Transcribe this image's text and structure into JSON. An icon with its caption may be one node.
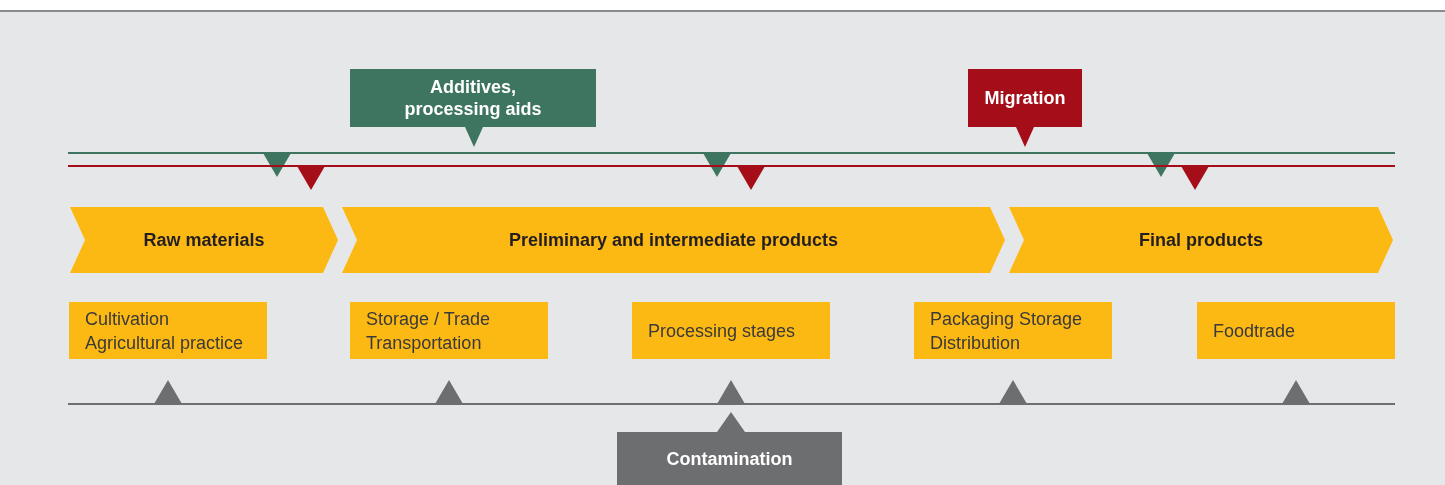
{
  "diagram": {
    "nodes": [
      {
        "text": [
          "Additives, processing aids"
        ]
      },
      {
        "text": [
          "Migration"
        ]
      },
      {
        "text": [
          "Raw materials"
        ]
      },
      {
        "text": [
          "Preliminary and intermediate products"
        ]
      },
      {
        "text": [
          "Final products"
        ]
      },
      {
        "text": [
          "Cultivation Agricultural practice"
        ]
      },
      {
        "text": [
          "Storage / Trade Transportation"
        ]
      },
      {
        "text": [
          "Processing stages"
        ]
      },
      {
        "text": [
          "Packaging Storage Distribution"
        ]
      },
      {
        "text": [
          "Foodtrade"
        ]
      },
      {
        "text": [
          "Contamination"
        ]
      }
    ]
  }
}
